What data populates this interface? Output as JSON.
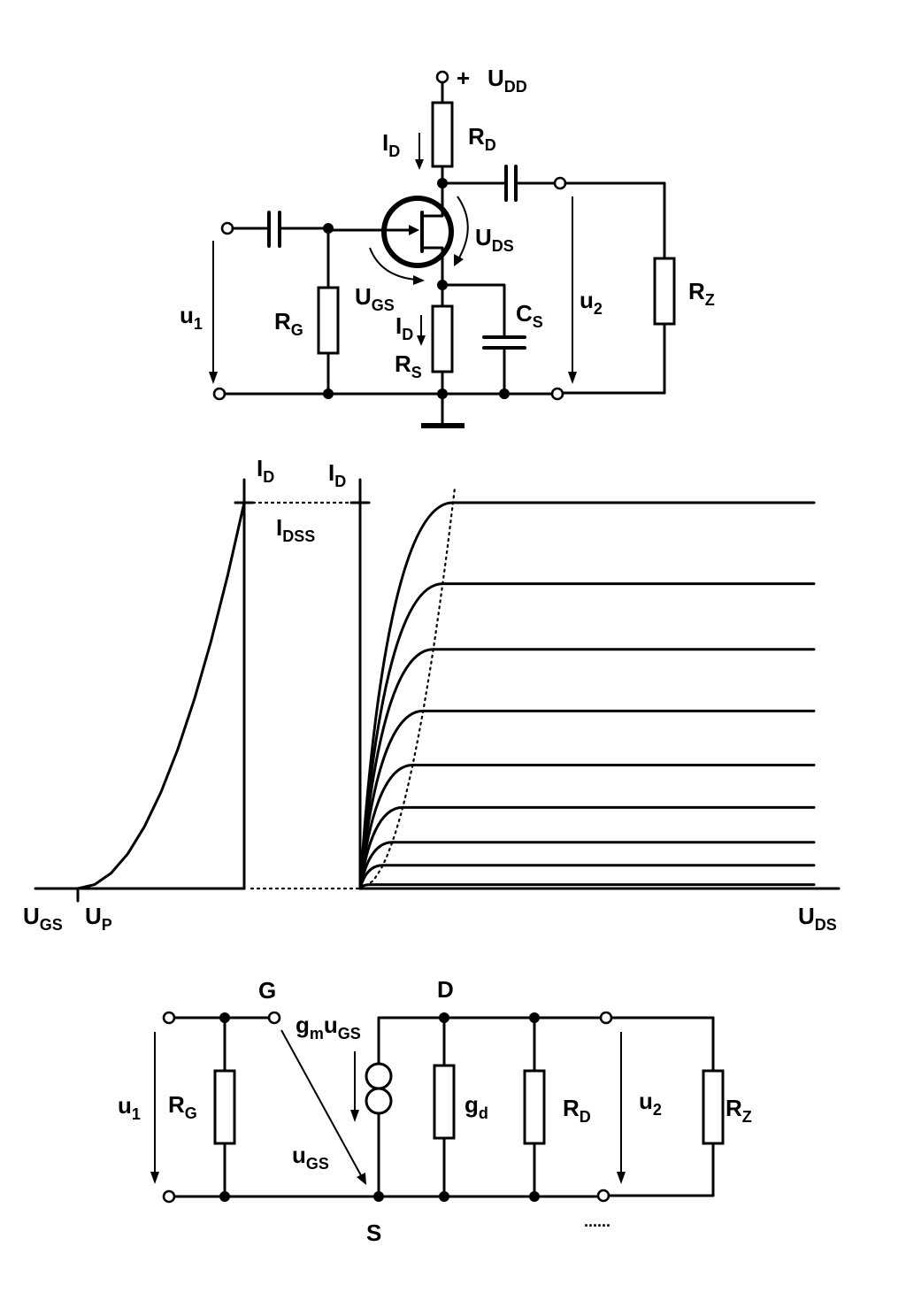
{
  "circuit": {
    "supply": {
      "sign": "+",
      "name": "U",
      "sub": "DD"
    },
    "drain_current": {
      "name": "I",
      "sub": "D"
    },
    "drain_resistor": {
      "name": "R",
      "sub": "D"
    },
    "gate_resistor": {
      "name": "R",
      "sub": "G"
    },
    "source_resistor": {
      "name": "R",
      "sub": "S"
    },
    "source_current": {
      "name": "I",
      "sub": "D"
    },
    "source_capacitor": {
      "name": "C",
      "sub": "S"
    },
    "load_resistor": {
      "name": "R",
      "sub": "Z"
    },
    "gate_source_voltage": {
      "name": "U",
      "sub": "GS"
    },
    "drain_source_voltage": {
      "name": "U",
      "sub": "DS"
    },
    "input_voltage": {
      "name": "u",
      "sub": "1"
    },
    "output_voltage": {
      "name": "u",
      "sub": "2"
    }
  },
  "chart_data": [
    {
      "type": "line",
      "name": "transfer characteristic",
      "xlabel": {
        "name": "U",
        "sub": "GS"
      },
      "ylabel": {
        "name": "I",
        "sub": "D"
      },
      "pinch_off_label": {
        "name": "U",
        "sub": "P"
      },
      "saturation_label": {
        "name": "I",
        "sub": "DSS"
      },
      "x_fraction": [
        0,
        0.1,
        0.2,
        0.3,
        0.4,
        0.5,
        0.6,
        0.7,
        0.8,
        0.9,
        1.0
      ],
      "y_fraction": [
        0,
        0.01,
        0.04,
        0.09,
        0.16,
        0.25,
        0.36,
        0.49,
        0.64,
        0.81,
        1.0
      ]
    },
    {
      "type": "line",
      "name": "output characteristics",
      "xlabel": {
        "name": "U",
        "sub": "DS"
      },
      "ylabel": {
        "name": "I",
        "sub": "D"
      },
      "curve_levels": [
        1.0,
        0.79,
        0.62,
        0.46,
        0.32,
        0.21,
        0.12,
        0.06,
        0.01
      ]
    }
  ],
  "small_signal": {
    "gate": "G",
    "drain": "D",
    "source": "S",
    "current_source": {
      "a": "g",
      "a_sub": "m",
      "b": "u",
      "b_sub": "GS"
    },
    "gate_voltage": {
      "name": "u",
      "sub": "GS"
    },
    "conductance": {
      "name": "g",
      "sub": "d"
    },
    "gate_resistor": {
      "name": "R",
      "sub": "G"
    },
    "drain_resistor": {
      "name": "R",
      "sub": "D"
    },
    "load_resistor": {
      "name": "R",
      "sub": "Z"
    },
    "input_voltage": {
      "name": "u",
      "sub": "1"
    },
    "output_voltage": {
      "name": "u",
      "sub": "2"
    },
    "ellipsis": "......"
  }
}
